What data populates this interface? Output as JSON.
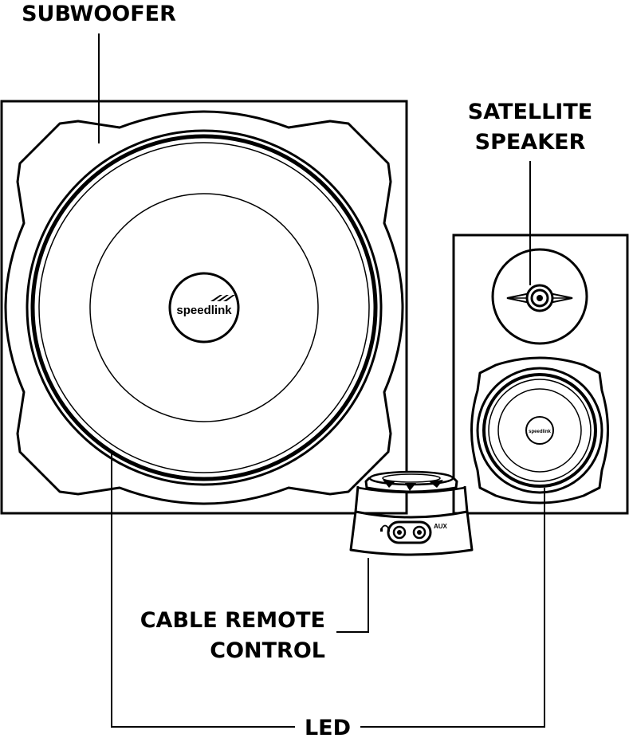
{
  "labels": {
    "subwoofer": "SUBWOOFER",
    "satellite_line1": "SATELLITE",
    "satellite_line2": "SPEAKER",
    "remote_line1": "CABLE REMOTE",
    "remote_line2": "CONTROL",
    "led": "LED"
  },
  "branding": {
    "logo_text": "speedlink",
    "aux_label": "AUX"
  },
  "icons": {
    "headphone": "headphone-icon"
  },
  "colors": {
    "ink": "#000000",
    "background": "#ffffff"
  }
}
